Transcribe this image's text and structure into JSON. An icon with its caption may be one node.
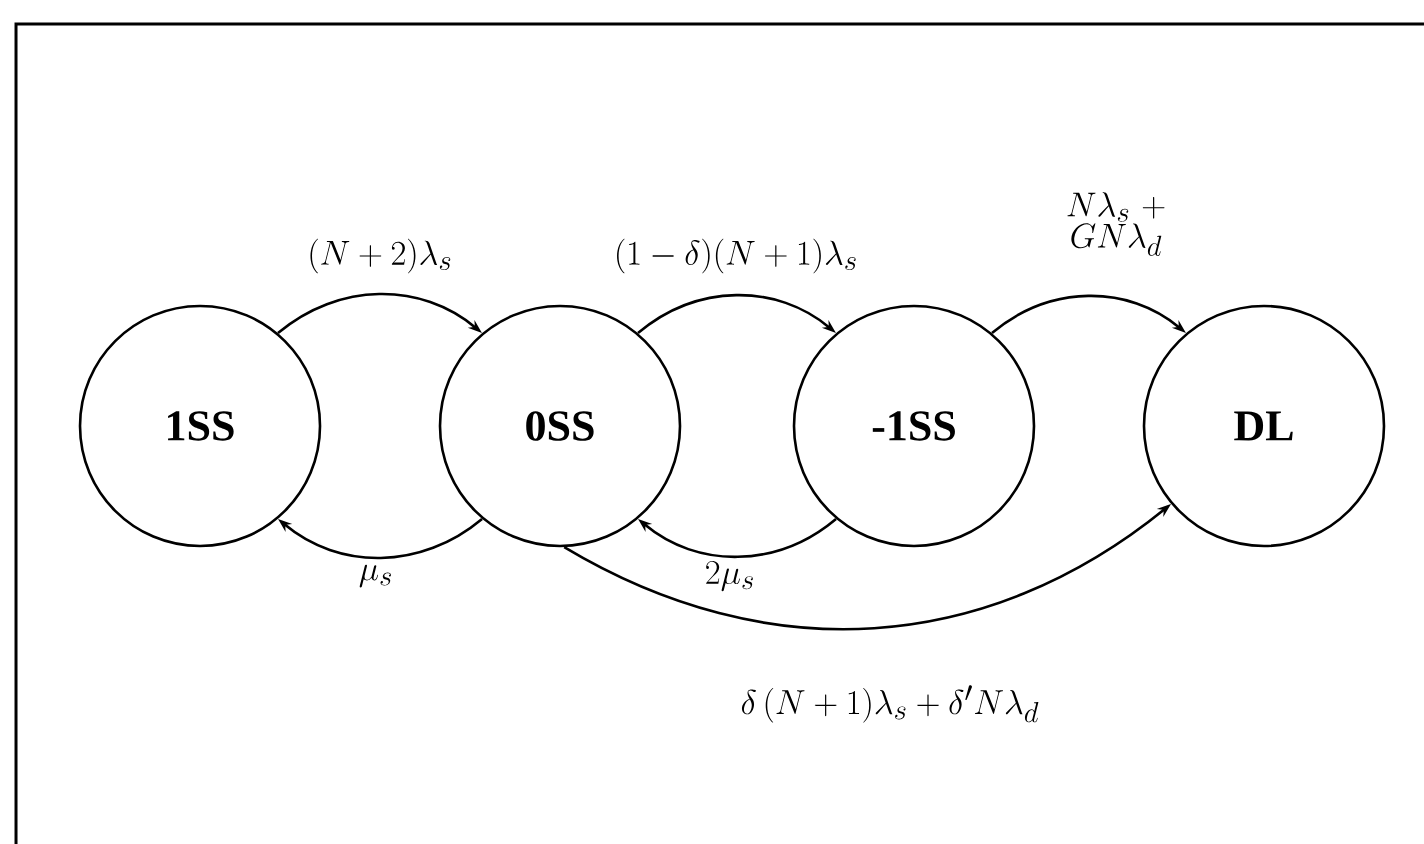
{
  "diagram": {
    "nodes": [
      {
        "text": [
          "1SS"
        ]
      },
      {
        "text": [
          "0SS"
        ]
      },
      {
        "text": [
          "-1SS"
        ]
      },
      {
        "text": [
          "DL"
        ]
      }
    ],
    "edges": [
      {
        "from": 0,
        "to": 1,
        "arrow": "to",
        "label": "(N+2)\\lambda_s"
      },
      {
        "from": 1,
        "to": 0,
        "arrow": "to",
        "label": "\\mu_s"
      },
      {
        "from": 1,
        "to": 2,
        "arrow": "to",
        "label": "(1-\\delta)(N+1)\\lambda_s"
      },
      {
        "from": 2,
        "to": 1,
        "arrow": "to",
        "label": "2\\mu_s"
      },
      {
        "from": 2,
        "to": 3,
        "arrow": "to",
        "label": "N\\lambda_s + GN\\lambda_d"
      },
      {
        "from": 1,
        "to": 3,
        "arrow": "to",
        "label": "\\delta\\,(N+1)\\lambda_s+\\delta' N\\lambda_d"
      }
    ]
  }
}
